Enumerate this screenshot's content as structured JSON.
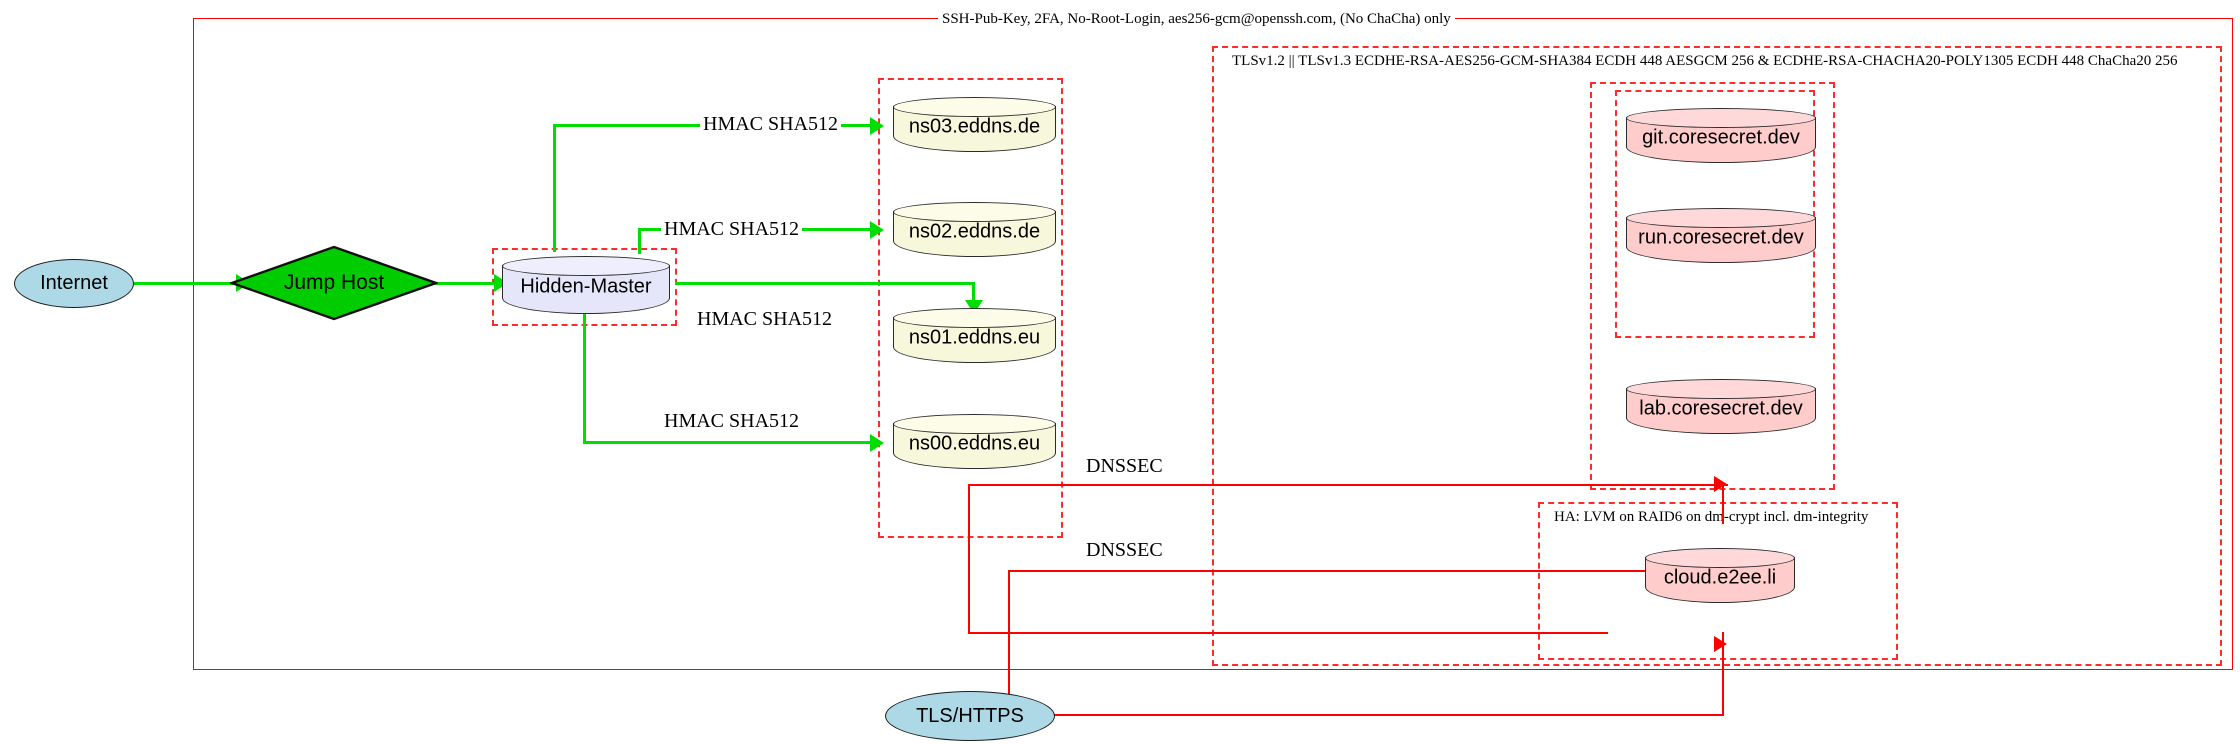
{
  "diagram": {
    "title_note": "SSH-Pub-Key, 2FA, No-Root-Login, aes256-gcm@openssh.com, (No ChaCha) only",
    "tls_note": "TLSv1.2 || TLSv1.3 ECDHE-RSA-AES256-GCM-SHA384 ECDH 448 AESGCM 256 & ECDHE-RSA-CHACHA20-POLY1305 ECDH 448 ChaCha20 256",
    "ha_note": "HA: LVM on RAID6 on dm-crypt incl. dm-integrity"
  },
  "colors": {
    "boundary_red": "#ff0000",
    "dash_red": "#ff2b2b",
    "edge_green": "#00dd00",
    "internet_fill": "#add8e6",
    "jumphost_fill": "#00cc00",
    "master_fill": "#e6e6fa",
    "ns_fill": "#f5f5dc",
    "secret_fill": "#ffcccc",
    "tls_fill": "#add8e6"
  },
  "nodes": {
    "internet": {
      "label": "Internet",
      "shape": "ellipse"
    },
    "jump_host": {
      "label": "Jump Host",
      "shape": "diamond"
    },
    "hidden_master": {
      "label": "Hidden-Master",
      "shape": "cylinder"
    },
    "ns03": {
      "label": "ns03.eddns.de",
      "shape": "cylinder"
    },
    "ns02": {
      "label": "ns02.eddns.de",
      "shape": "cylinder"
    },
    "ns01": {
      "label": "ns01.eddns.eu",
      "shape": "cylinder"
    },
    "ns00": {
      "label": "ns00.eddns.eu",
      "shape": "cylinder"
    },
    "git": {
      "label": "git.coresecret.dev",
      "shape": "cylinder"
    },
    "run": {
      "label": "run.coresecret.dev",
      "shape": "cylinder"
    },
    "lab": {
      "label": "lab.coresecret.dev",
      "shape": "cylinder"
    },
    "cloud": {
      "label": "cloud.e2ee.li",
      "shape": "cylinder"
    },
    "tls_https": {
      "label": "TLS/HTTPS",
      "shape": "ellipse"
    }
  },
  "edge_labels": {
    "hmac_ns03": "HMAC SHA512",
    "hmac_ns02": "HMAC SHA512",
    "hmac_ns01": "HMAC SHA512",
    "hmac_ns00": "HMAC SHA512",
    "dnssec_upper": "DNSSEC",
    "dnssec_lower": "DNSSEC"
  }
}
